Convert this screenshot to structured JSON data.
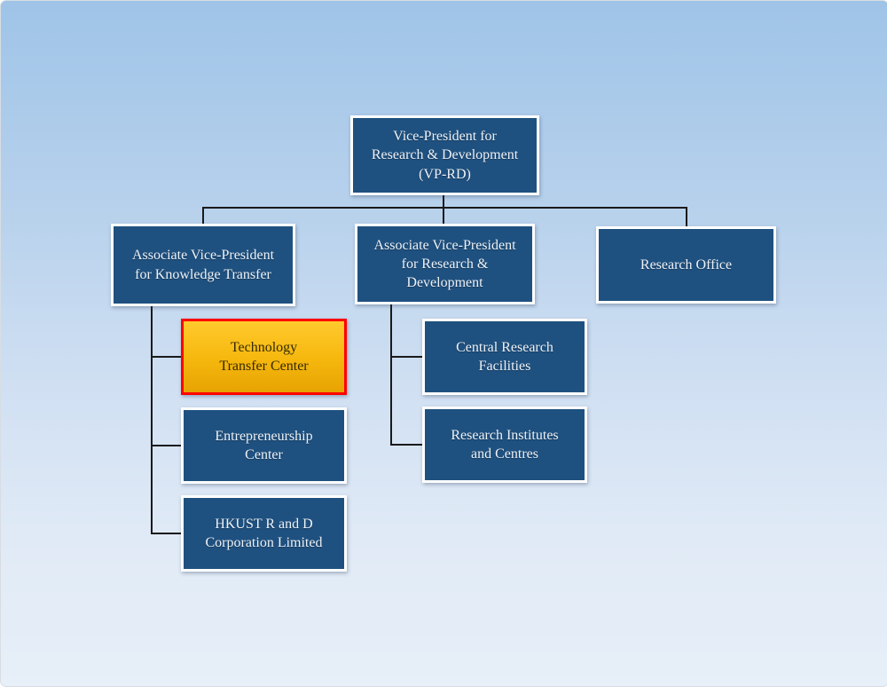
{
  "diagram_type": "organization-chart",
  "nodes": [
    {
      "id": "vp-rd",
      "label": "Vice-President for\nResearch & Development\n(VP-RD)",
      "highlighted": false,
      "parent": null
    },
    {
      "id": "avp-kt",
      "label": "Associate Vice-President\nfor Knowledge Transfer",
      "highlighted": false,
      "parent": "vp-rd"
    },
    {
      "id": "avp-rd",
      "label": "Associate Vice-President\nfor Research &\nDevelopment",
      "highlighted": false,
      "parent": "vp-rd"
    },
    {
      "id": "ro",
      "label": "Research Office",
      "highlighted": false,
      "parent": "vp-rd"
    },
    {
      "id": "ttc",
      "label": "Technology\nTransfer Center",
      "highlighted": true,
      "parent": "avp-kt"
    },
    {
      "id": "ec",
      "label": "Entrepreneurship\nCenter",
      "highlighted": false,
      "parent": "avp-kt"
    },
    {
      "id": "hkust",
      "label": "HKUST R and D\nCorporation Limited",
      "highlighted": false,
      "parent": "avp-kt"
    },
    {
      "id": "crf",
      "label": "Central Research\nFacilities",
      "highlighted": false,
      "parent": "avp-rd"
    },
    {
      "id": "ric",
      "label": "Research Institutes\nand Centres",
      "highlighted": false,
      "parent": "avp-rd"
    }
  ],
  "edges": [
    [
      "vp-rd",
      "avp-kt"
    ],
    [
      "vp-rd",
      "avp-rd"
    ],
    [
      "vp-rd",
      "ro"
    ],
    [
      "avp-kt",
      "ttc"
    ],
    [
      "avp-kt",
      "ec"
    ],
    [
      "avp-kt",
      "hkust"
    ],
    [
      "avp-rd",
      "crf"
    ],
    [
      "avp-rd",
      "ric"
    ]
  ],
  "colors": {
    "node_fill": "#1f5180",
    "node_border": "#ffffff",
    "node_text": "#eef3f8",
    "highlight_fill_top": "#ffca2e",
    "highlight_fill_bottom": "#e7a303",
    "highlight_border": "#ff0000",
    "highlight_text": "#332a00",
    "connector": "#1a1a1a",
    "background_top": "#9fc4e8",
    "background_bottom": "#e7eff8"
  }
}
